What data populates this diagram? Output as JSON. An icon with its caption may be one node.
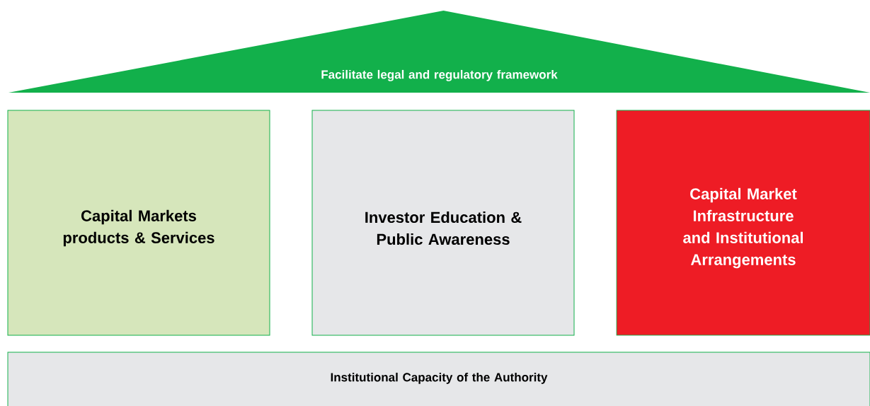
{
  "diagram": {
    "nodes": [
      {
        "text": [
          "Facilitate legal and regulatory framework"
        ]
      },
      {
        "text": [
          "Capital Markets products & Services"
        ]
      },
      {
        "text": [
          "Investor Education & Public Awareness"
        ]
      },
      {
        "text": [
          "Capital Market Infrastructure and Institutional Arrangements"
        ]
      },
      {
        "text": [
          "Institutional Capacity of the Authority"
        ]
      }
    ]
  }
}
